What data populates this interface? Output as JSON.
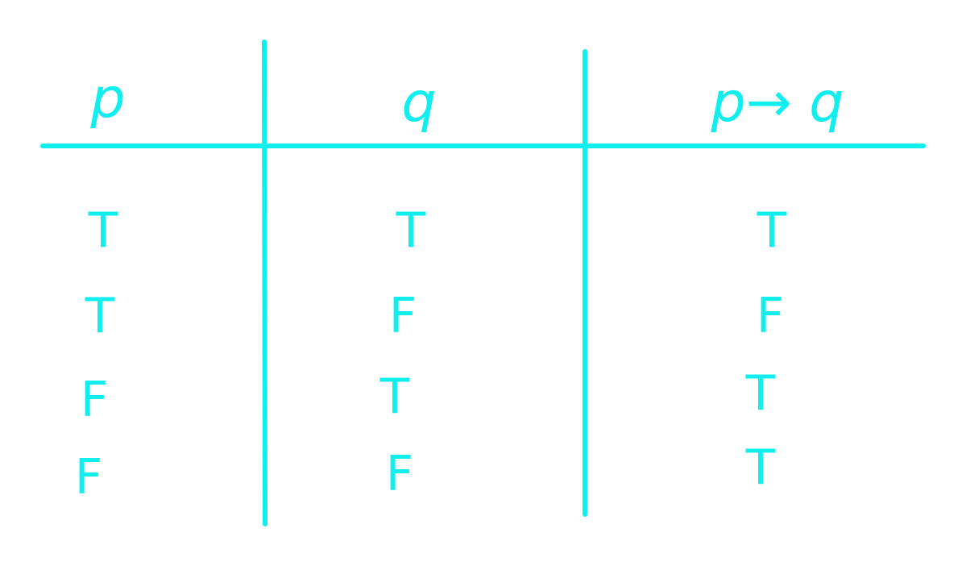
{
  "colors": {
    "ink": "#11eeee",
    "background": "#ffffff"
  },
  "table": {
    "headers": [
      "p",
      "q",
      "p→ q"
    ],
    "rows": [
      [
        "T",
        "T",
        "T"
      ],
      [
        "T",
        "F",
        "F"
      ],
      [
        "F",
        "T",
        "T"
      ],
      [
        "F",
        "F",
        "T"
      ]
    ]
  }
}
